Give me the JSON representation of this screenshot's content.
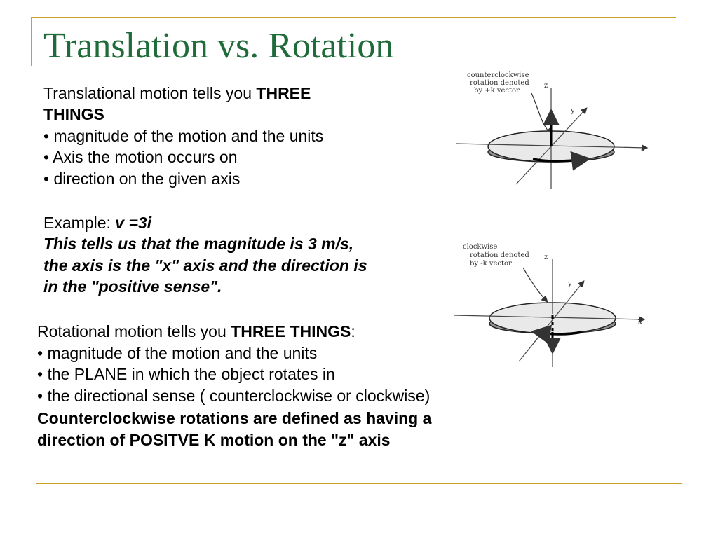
{
  "slide": {
    "title": "Translation vs. Rotation",
    "translation": {
      "intro_text": "Translational motion tells you ",
      "intro_bold": "THREE THINGS",
      "bullets": [
        "• magnitude of the motion and the units",
        "• Axis the motion occurs on",
        "• direction on the given axis"
      ],
      "example_label": "Example: ",
      "example_value": "v =3i",
      "example_explanation": [
        "This tells us that the magnitude is 3 m/s,",
        "the axis is the \"x\" axis and the direction is",
        "in the \"positive sense\"."
      ]
    },
    "rotation": {
      "intro_text": "Rotational motion tells you ",
      "intro_bold": "THREE THINGS",
      "intro_suffix": ":",
      "bullets": [
        "• magnitude of the motion and the units",
        "• the PLANE in which the object rotates in",
        "• the directional sense ( counterclockwise or clockwise)"
      ],
      "conclusion": [
        "Counterclockwise rotations are defined as having a",
        "direction of POSITVE K motion on the \"z\" axis"
      ]
    },
    "figure_ccw": {
      "caption": [
        "counterclockwise",
        "rotation denoted",
        "by +k vector"
      ],
      "axis_z": "z",
      "axis_y": "y",
      "axis_x": "x"
    },
    "figure_cw": {
      "caption": [
        "clockwise",
        "rotation denoted",
        "by -k vector"
      ],
      "axis_z": "z",
      "axis_y": "y",
      "axis_x": "x"
    }
  }
}
